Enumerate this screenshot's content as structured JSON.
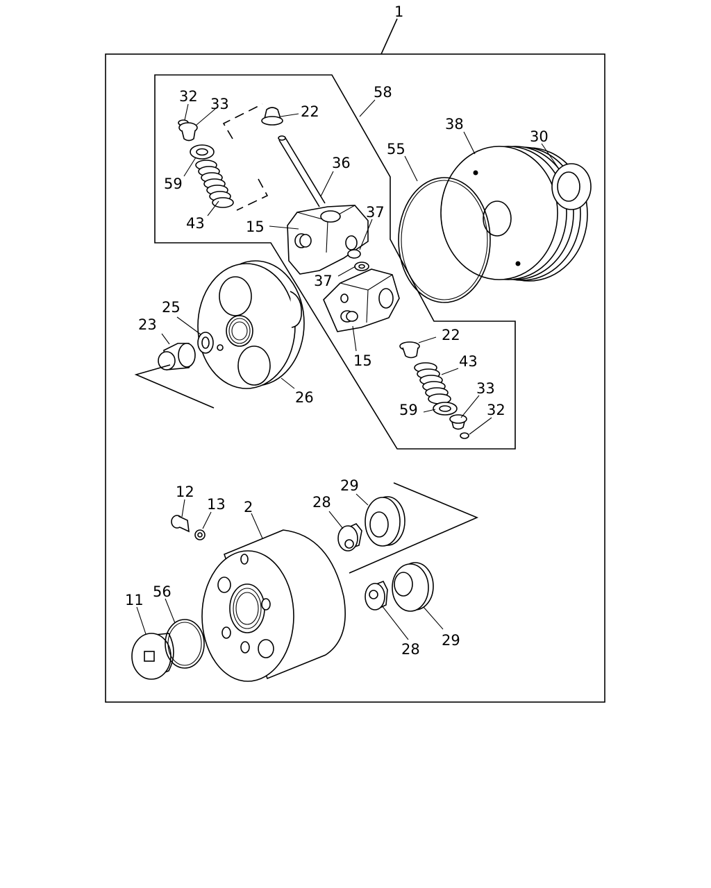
{
  "diagram": {
    "assembly_callout": "1",
    "callouts": {
      "body": "2",
      "plug": "11",
      "screw": "12",
      "washer": "13",
      "valve_housing_upper": "15",
      "valve_housing_lower": "15",
      "valve_seat_upper": "22",
      "valve_seat_lower": "22",
      "fitting": "23",
      "snap_ring": "25",
      "cam_ring": "26",
      "piston_upper": "28",
      "piston_lower": "28",
      "piston_sleeve_upper": "29",
      "piston_sleeve_lower": "29",
      "oil_seal": "30",
      "retainer_upper": "32",
      "retainer_lower": "32",
      "spring_seat_upper": "33",
      "spring_seat_lower": "33",
      "push_rod": "36",
      "ball_upper": "37",
      "ball_lower": "37",
      "cover": "38",
      "spring_upper": "43",
      "spring_lower": "43",
      "o_ring_large": "55",
      "o_ring_plug": "56",
      "valve_kit": "58",
      "shim_upper": "59",
      "shim_lower": "59"
    }
  }
}
